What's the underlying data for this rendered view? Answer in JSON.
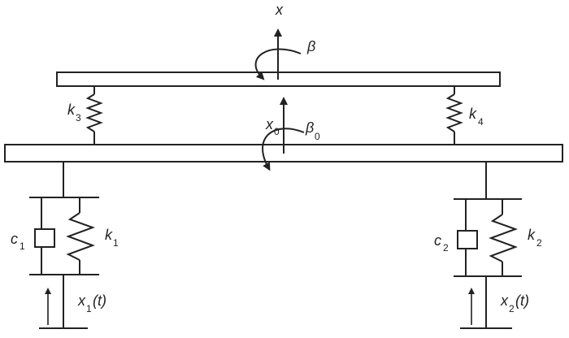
{
  "labels": {
    "x": "x",
    "beta": "β",
    "x0": "x",
    "x0_sub": "0",
    "beta0": "β",
    "beta0_sub": "0",
    "k3": "k",
    "k3_sub": "3",
    "k4": "k",
    "k4_sub": "4",
    "c1": "c",
    "c1_sub": "1",
    "k1": "k",
    "k1_sub": "1",
    "c2": "c",
    "c2_sub": "2",
    "k2": "k",
    "k2_sub": "2",
    "x1t": "x",
    "x1t_sub": "1",
    "x1t_arg": "(t)",
    "x2t": "x",
    "x2t_sub": "2",
    "x2t_arg": "(t)"
  },
  "colors": {
    "line": "#222222",
    "background": "#ffffff"
  }
}
